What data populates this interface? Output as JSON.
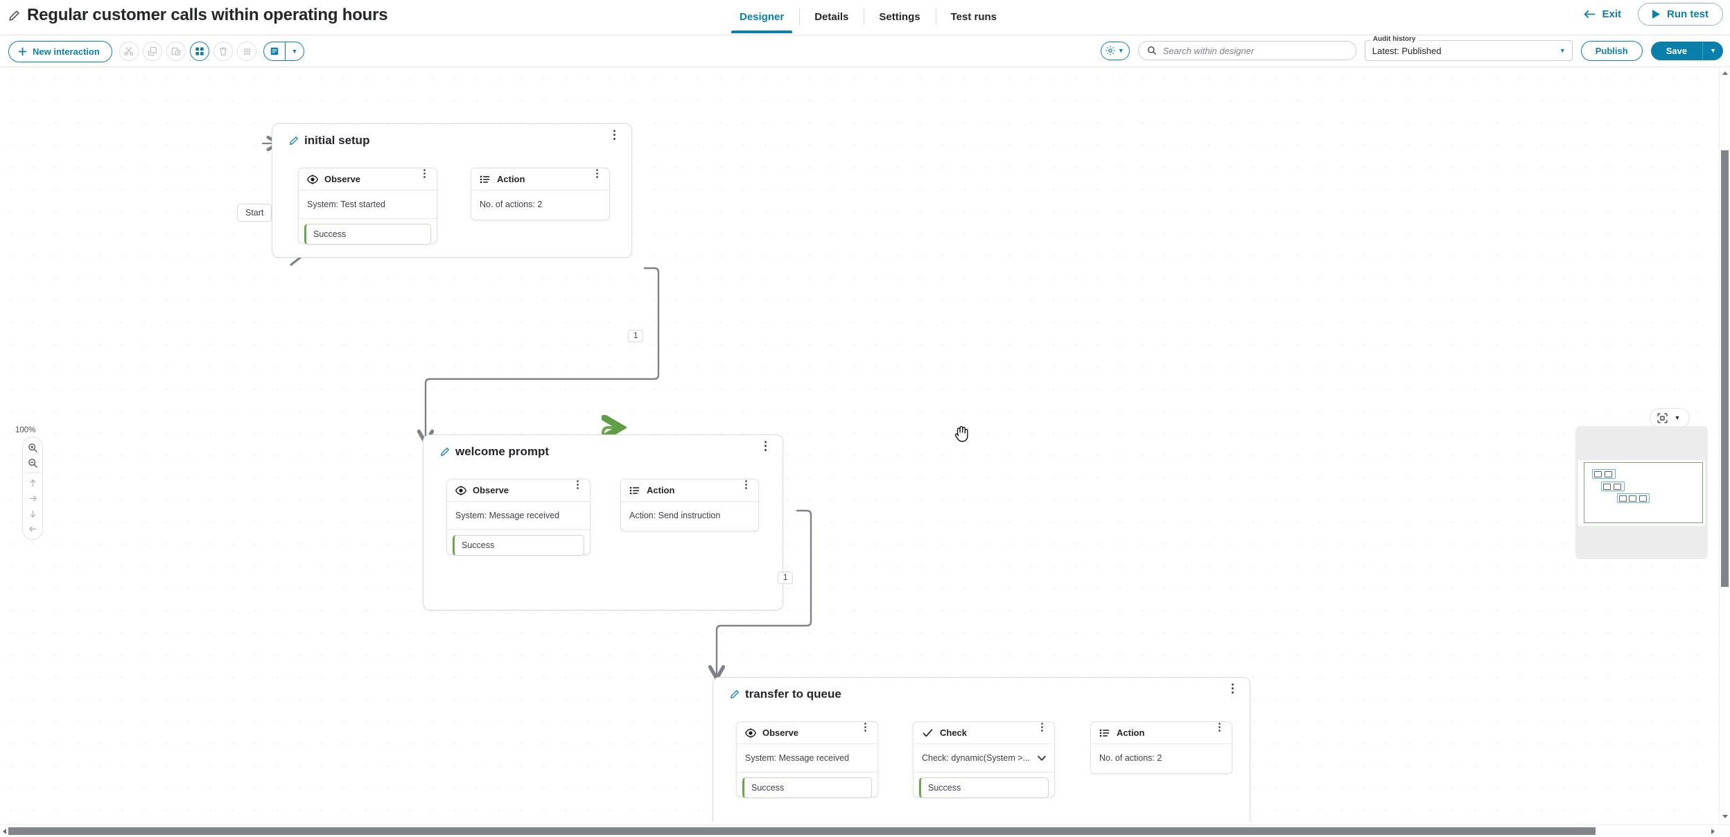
{
  "header": {
    "title": "Regular customer calls within operating hours",
    "edit_icon": "pencil-icon",
    "tabs": [
      {
        "label": "Designer",
        "active": true
      },
      {
        "label": "Details",
        "active": false
      },
      {
        "label": "Settings",
        "active": false
      },
      {
        "label": "Test runs",
        "active": false
      }
    ],
    "exit_label": "Exit",
    "run_test_label": "Run test"
  },
  "toolbar": {
    "new_interaction_label": "New interaction",
    "icons": [
      {
        "name": "cut-icon",
        "glyph": "scissors"
      },
      {
        "name": "copy-icon",
        "glyph": "copy"
      },
      {
        "name": "paste-icon",
        "glyph": "paste"
      },
      {
        "name": "group-icon",
        "glyph": "grid"
      },
      {
        "name": "delete-icon",
        "glyph": "trash"
      },
      {
        "name": "drag-handle-icon",
        "glyph": "dots"
      }
    ],
    "notes_icon": "notes-icon",
    "notes_caret": "chevron-down-icon",
    "settings_gear_icon": "gear-icon",
    "settings_caret": "chevron-down-icon"
  },
  "search": {
    "placeholder": "Search within designer",
    "value": "",
    "icon": "search-icon"
  },
  "audit": {
    "label": "Audit history",
    "selected": "Latest: Published",
    "caret": "chevron-down-icon"
  },
  "actions": {
    "publish_label": "Publish",
    "save_label": "Save",
    "save_caret": "chevron-down-icon"
  },
  "canvas": {
    "start_chip": "Start",
    "zoom_level": "100%",
    "zoom_in_icon": "zoom-in-icon",
    "zoom_out_icon": "zoom-out-icon",
    "pan_up_icon": "arrow-up-icon",
    "pan_right_icon": "arrow-right-icon",
    "pan_down_icon": "arrow-down-icon",
    "pan_left_icon": "arrow-left-icon",
    "fit_icon": "fit-to-screen-icon",
    "fit_caret": "chevron-down-icon",
    "cursor": "grab-hand-cursor"
  },
  "groups": [
    {
      "id": "initial-setup",
      "title": "initial setup",
      "kebab": "more-options-icon",
      "outgoing_badge": "1",
      "steps": [
        {
          "type": "Observe",
          "icon": "eye-icon",
          "kebab": "more-options-icon",
          "body": "System: Test started",
          "has_dropdown": false,
          "outcome": "Success"
        },
        {
          "type": "Action",
          "icon": "list-icon",
          "kebab": "more-options-icon",
          "body": "No. of actions: 2",
          "has_dropdown": false,
          "outcome": null
        }
      ]
    },
    {
      "id": "welcome-prompt",
      "title": "welcome prompt",
      "kebab": "more-options-icon",
      "outgoing_badge": "1",
      "steps": [
        {
          "type": "Observe",
          "icon": "eye-icon",
          "kebab": "more-options-icon",
          "body": "System: Message received",
          "has_dropdown": false,
          "outcome": "Success"
        },
        {
          "type": "Action",
          "icon": "list-icon",
          "kebab": "more-options-icon",
          "body": "Action: Send instruction",
          "has_dropdown": false,
          "outcome": null
        }
      ]
    },
    {
      "id": "transfer-to-queue",
      "title": "transfer to queue",
      "kebab": "more-options-icon",
      "outgoing_badge": null,
      "steps": [
        {
          "type": "Observe",
          "icon": "eye-icon",
          "kebab": "more-options-icon",
          "body": "System: Message received",
          "has_dropdown": false,
          "outcome": "Success"
        },
        {
          "type": "Check",
          "icon": "check-icon",
          "kebab": "more-options-icon",
          "body": "Check: dynamic(System >...",
          "has_dropdown": true,
          "outcome": "Success"
        },
        {
          "type": "Action",
          "icon": "list-icon",
          "kebab": "more-options-icon",
          "body": "No. of actions: 2",
          "has_dropdown": false,
          "outcome": null
        }
      ]
    }
  ],
  "colors": {
    "accent": "#0b7fab",
    "edge_success": "#6aa84f",
    "edge_flow": "#7c8288",
    "text": "#22252a"
  }
}
